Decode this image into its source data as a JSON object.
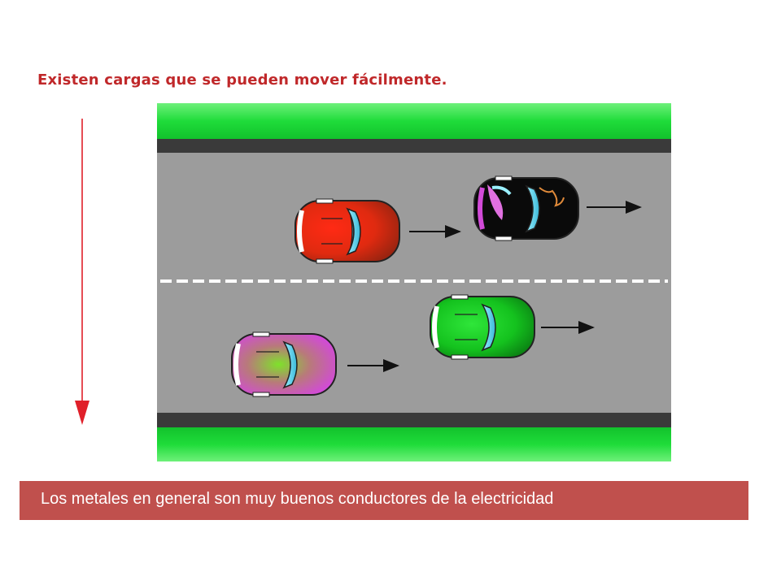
{
  "heading": "Existen cargas que se pueden mover fácilmente.",
  "banner": {
    "text": "Los metales en general son muy buenos conductores de la electricidad",
    "color": "#c0504d"
  },
  "colors": {
    "heading": "#c0282a",
    "arrow": "#e0202a",
    "grass": "#1fdc3a",
    "road": "#9c9c9c",
    "curb": "#3a3a3a",
    "lane_marking": "#ffffff"
  },
  "cars": [
    {
      "name": "red-car",
      "lane": "top",
      "body_color": "#e02a10"
    },
    {
      "name": "black-car",
      "lane": "top",
      "body_color": "#0a0a0a"
    },
    {
      "name": "green-car",
      "lane": "bottom",
      "body_color": "#14c21e"
    },
    {
      "name": "pink-car",
      "lane": "bottom",
      "body_color": "#d24ad8"
    }
  ],
  "icons": [
    "down-arrow-icon",
    "motion-arrow-icon"
  ]
}
